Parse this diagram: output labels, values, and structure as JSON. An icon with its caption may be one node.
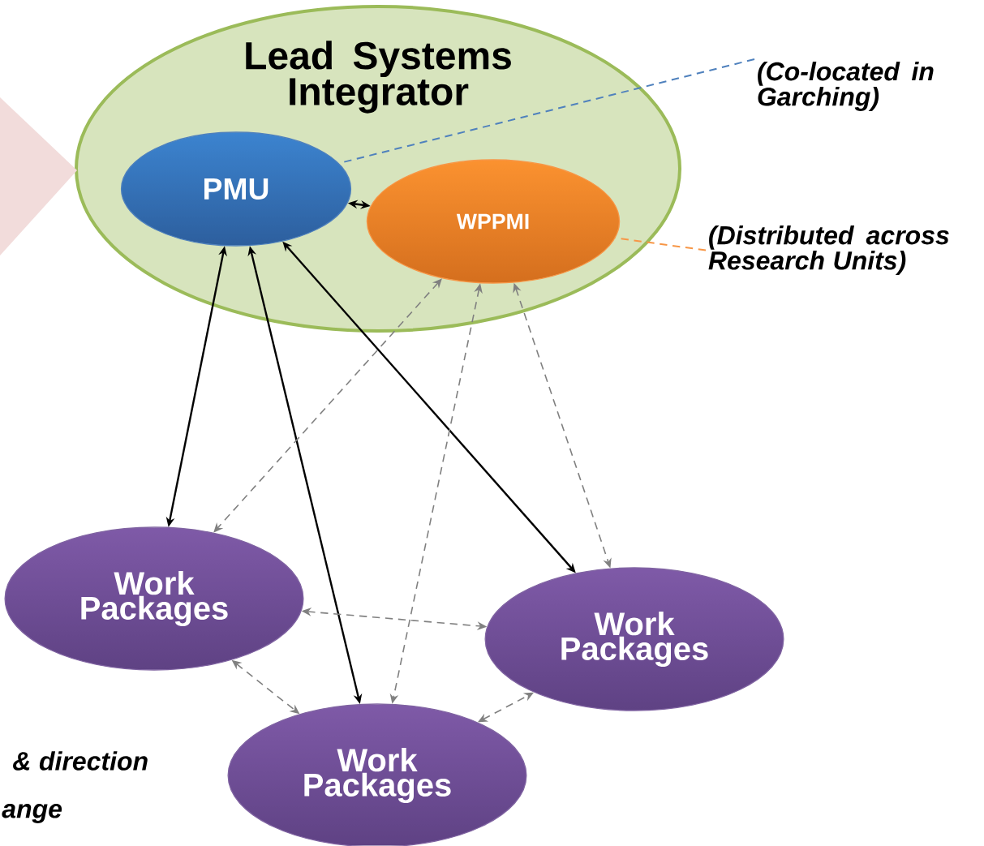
{
  "diagram": {
    "nodes": [
      {
        "text": [
          "Lead Systems Integrator"
        ]
      },
      {
        "text": [
          "PMU"
        ],
        "in": 0
      },
      {
        "text": [
          "WPPMI"
        ],
        "in": 0
      },
      {
        "text": [
          "(Co-located in Garching)"
        ]
      },
      {
        "text": [
          "(Distributed across Research Units)"
        ]
      },
      {
        "text": [
          "Work Packages"
        ]
      },
      {
        "text": [
          "Work Packages"
        ]
      },
      {
        "text": [
          "Work Packages"
        ]
      },
      {
        "text": [],
        "shape": "triangle"
      }
    ],
    "edges": [
      {
        "from": 1,
        "to": 2,
        "arrow": "both",
        "color": "#000000"
      },
      {
        "from": 1,
        "to": 5,
        "arrow": "both",
        "color": "#000000"
      },
      {
        "from": 1,
        "to": 7,
        "arrow": "both",
        "color": "#000000"
      },
      {
        "from": 1,
        "to": 6,
        "arrow": "both",
        "color": "#000000"
      },
      {
        "from": 2,
        "to": 5,
        "arrow": "both",
        "style": "dashed"
      },
      {
        "from": 2,
        "to": 7,
        "arrow": "both",
        "style": "dashed"
      },
      {
        "from": 2,
        "to": 6,
        "arrow": "both",
        "style": "dashed"
      },
      {
        "from": 5,
        "to": 6,
        "arrow": "both",
        "style": "dashed"
      },
      {
        "from": 5,
        "to": 7,
        "arrow": "both",
        "style": "dashed"
      },
      {
        "from": 7,
        "to": 6,
        "arrow": "both",
        "style": "dashed"
      },
      {
        "from": 3,
        "to": 1,
        "arrow": "none",
        "style": "dashed",
        "color": "#4f81bd"
      },
      {
        "from": 4,
        "to": 2,
        "arrow": "none",
        "style": "dashed",
        "color": "#f79646"
      }
    ],
    "labels": [
      "& direction",
      "ange"
    ]
  }
}
